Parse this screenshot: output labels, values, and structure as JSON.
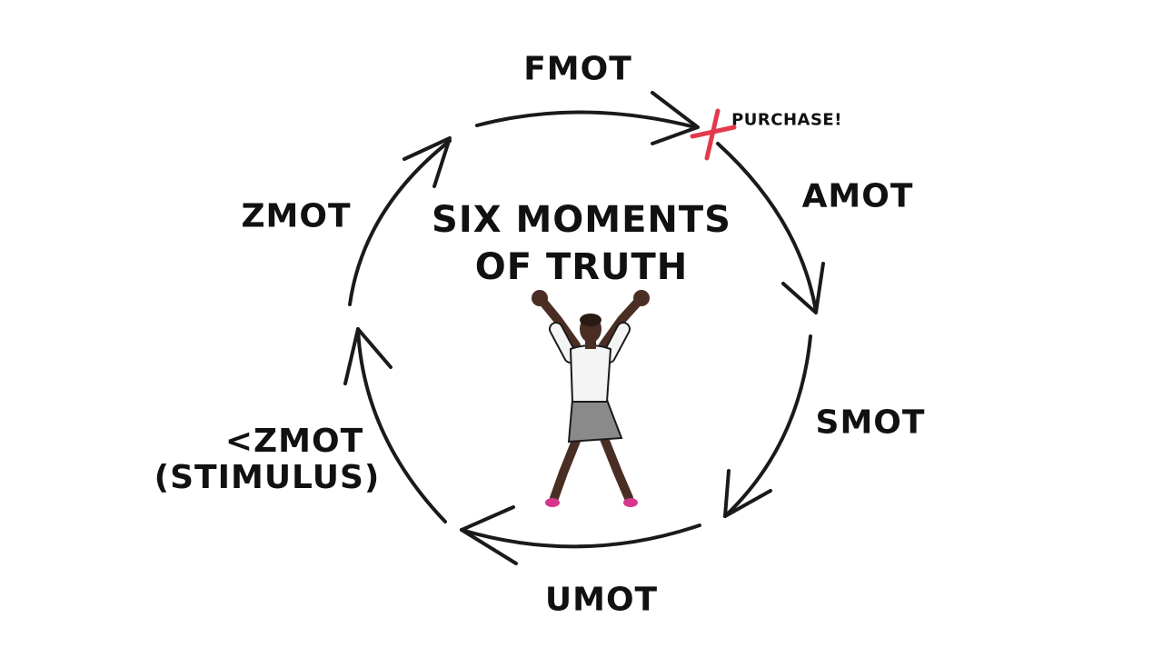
{
  "title": {
    "line1": "SIX MOMENTS",
    "line2": "OF TRUTH"
  },
  "moments": {
    "fmot": "FMOT",
    "amot": "AMOT",
    "smot": "SMOT",
    "umot": "UMOT",
    "zmot": "ZMOT",
    "pre_zmot": "<ZMOT",
    "pre_zmot_sub": "(STIMULUS)"
  },
  "purchase": {
    "label": "PURCHASE!"
  },
  "colors": {
    "ink": "#1a1a1a",
    "purchase_mark": "#e23a4b",
    "skin": "#4a2e24",
    "blouse": "#f4f4f4",
    "skirt": "#8a8a8a",
    "shoes": "#d6368c"
  }
}
